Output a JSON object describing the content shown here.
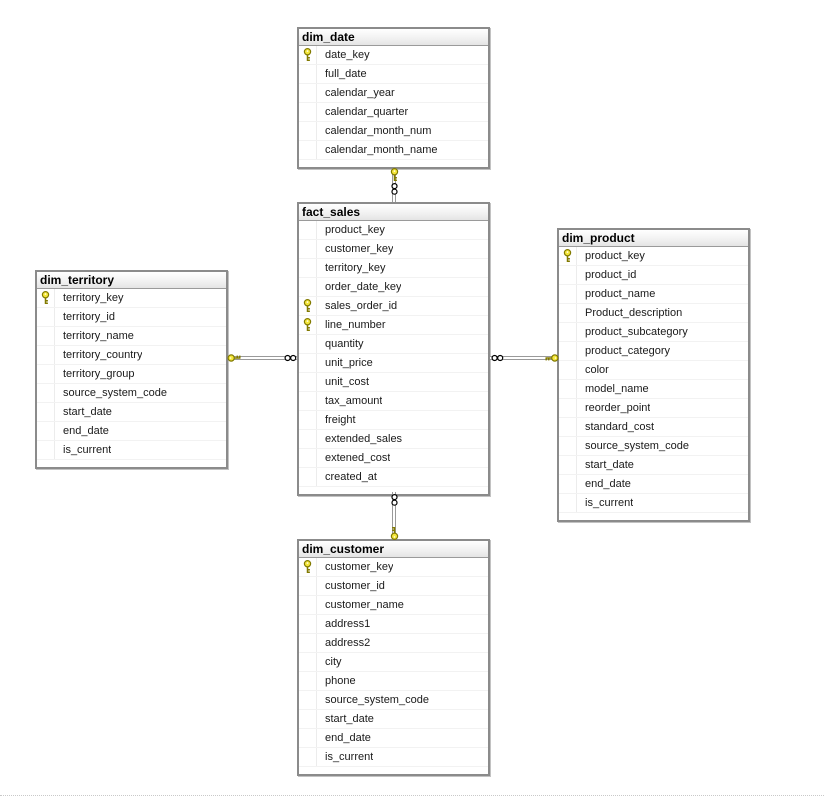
{
  "diagram": {
    "kind": "database-er-diagram",
    "background_color": "#ffffff"
  },
  "colors": {
    "table_border": "#8b8b8b",
    "header_bg_top": "#ffffff",
    "header_bg_bottom": "#e4e4e4",
    "row_divider": "#f2f2f2",
    "key_fill": "#f5e73a",
    "key_stroke": "#827a00",
    "infinity_stroke": "#000000",
    "connector_stroke": "#9a9a9a"
  },
  "icons": {
    "primary_key": "key-icon",
    "many_side": "infinity-icon"
  },
  "tables": [
    {
      "id": "dim_date",
      "title": "dim_date",
      "columns": [
        {
          "name": "date_key",
          "pk": true
        },
        {
          "name": "full_date",
          "pk": false
        },
        {
          "name": "calendar_year",
          "pk": false
        },
        {
          "name": "calendar_quarter",
          "pk": false
        },
        {
          "name": "calendar_month_num",
          "pk": false
        },
        {
          "name": "calendar_month_name",
          "pk": false
        }
      ]
    },
    {
      "id": "fact_sales",
      "title": "fact_sales",
      "columns": [
        {
          "name": "product_key",
          "pk": false
        },
        {
          "name": "customer_key",
          "pk": false
        },
        {
          "name": "territory_key",
          "pk": false
        },
        {
          "name": "order_date_key",
          "pk": false
        },
        {
          "name": "sales_order_id",
          "pk": true
        },
        {
          "name": "line_number",
          "pk": true
        },
        {
          "name": "quantity",
          "pk": false
        },
        {
          "name": "unit_price",
          "pk": false
        },
        {
          "name": "unit_cost",
          "pk": false
        },
        {
          "name": "tax_amount",
          "pk": false
        },
        {
          "name": "freight",
          "pk": false
        },
        {
          "name": "extended_sales",
          "pk": false
        },
        {
          "name": "extened_cost",
          "pk": false
        },
        {
          "name": "created_at",
          "pk": false
        }
      ]
    },
    {
      "id": "dim_product",
      "title": "dim_product",
      "columns": [
        {
          "name": "product_key",
          "pk": true
        },
        {
          "name": "product_id",
          "pk": false
        },
        {
          "name": "product_name",
          "pk": false
        },
        {
          "name": "Product_description",
          "pk": false
        },
        {
          "name": "product_subcategory",
          "pk": false
        },
        {
          "name": "product_category",
          "pk": false
        },
        {
          "name": "color",
          "pk": false
        },
        {
          "name": "model_name",
          "pk": false
        },
        {
          "name": "reorder_point",
          "pk": false
        },
        {
          "name": "standard_cost",
          "pk": false
        },
        {
          "name": "source_system_code",
          "pk": false
        },
        {
          "name": "start_date",
          "pk": false
        },
        {
          "name": "end_date",
          "pk": false
        },
        {
          "name": "is_current",
          "pk": false
        }
      ]
    },
    {
      "id": "dim_territory",
      "title": "dim_territory",
      "columns": [
        {
          "name": "territory_key",
          "pk": true
        },
        {
          "name": "territory_id",
          "pk": false
        },
        {
          "name": "territory_name",
          "pk": false
        },
        {
          "name": "territory_country",
          "pk": false
        },
        {
          "name": "territory_group",
          "pk": false
        },
        {
          "name": "source_system_code",
          "pk": false
        },
        {
          "name": "start_date",
          "pk": false
        },
        {
          "name": "end_date",
          "pk": false
        },
        {
          "name": "is_current",
          "pk": false
        }
      ]
    },
    {
      "id": "dim_customer",
      "title": "dim_customer",
      "columns": [
        {
          "name": "customer_key",
          "pk": true
        },
        {
          "name": "customer_id",
          "pk": false
        },
        {
          "name": "customer_name",
          "pk": false
        },
        {
          "name": "address1",
          "pk": false
        },
        {
          "name": "address2",
          "pk": false
        },
        {
          "name": "city",
          "pk": false
        },
        {
          "name": "phone",
          "pk": false
        },
        {
          "name": "source_system_code",
          "pk": false
        },
        {
          "name": "start_date",
          "pk": false
        },
        {
          "name": "end_date",
          "pk": false
        },
        {
          "name": "is_current",
          "pk": false
        }
      ]
    }
  ],
  "relationships": [
    {
      "one_table": "dim_date",
      "many_table": "fact_sales"
    },
    {
      "one_table": "dim_territory",
      "many_table": "fact_sales"
    },
    {
      "one_table": "dim_product",
      "many_table": "fact_sales"
    },
    {
      "one_table": "dim_customer",
      "many_table": "fact_sales"
    }
  ]
}
